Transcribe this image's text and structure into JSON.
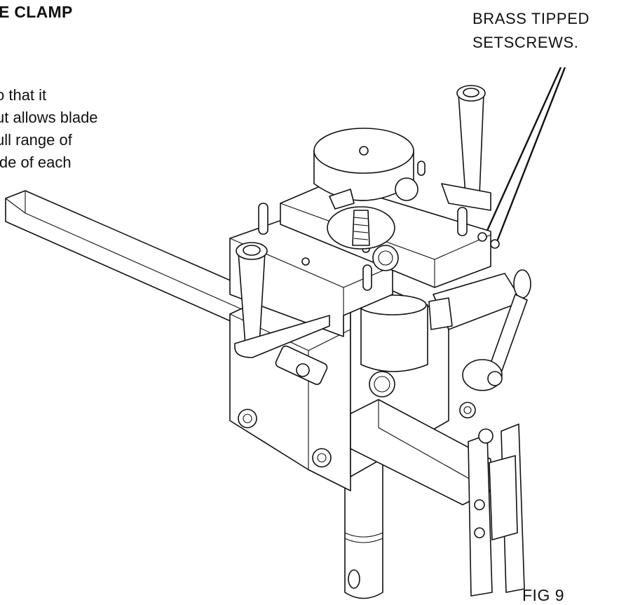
{
  "heading": "E CLAMP",
  "body_lines": [
    "o that it",
    "ut allows blade",
    "ull range of",
    "ide of each"
  ],
  "callout_lines": [
    "BRASS TIPPED",
    "SETSCREWS."
  ],
  "figure_label": "FIG 9"
}
